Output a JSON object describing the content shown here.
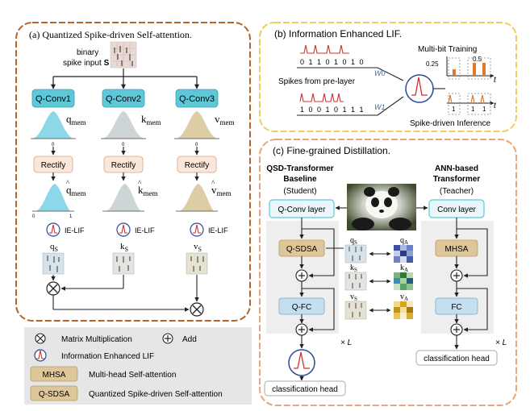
{
  "panel_a": {
    "title": "(a) Quantized Spike-driven Self-attention.",
    "input_label_1": "binary",
    "input_label_2": "spike input",
    "input_symbol": "S",
    "conv_labels": [
      "Q-Conv1",
      "Q-Conv2",
      "Q-Conv3"
    ],
    "mem_labels": [
      "q",
      "k",
      "v"
    ],
    "mem_sub": "mem",
    "rectify_label": "Rectify",
    "axis_zero": "0",
    "axis_one": "1",
    "ielif_label": "IE-LIF",
    "spike_sub": "S"
  },
  "panel_b": {
    "title": "(b) Information Enhanced LIF.",
    "spike_row_top": "0 1 1 0 1 0 1 0",
    "spike_row_bottom": "1 0 0 1 0 1 1 1",
    "pre_layer_label": "Spikes from pre-layer",
    "w0": "W0",
    "w1": "W1",
    "multibit_label": "Multi-bit Training",
    "val_025": "0.25",
    "val_05": "0.5",
    "t_label": "t",
    "inference_bits": [
      "1",
      "1",
      "1"
    ],
    "inference_label": "Spike-driven Inference"
  },
  "panel_c": {
    "title": "(c) Fine-grained Distillation.",
    "student_title_1": "QSD-Transformer",
    "student_title_2": "Baseline",
    "student_role": "(Student)",
    "teacher_title_1": "ANN-based",
    "teacher_title_2": "Transformer",
    "teacher_role": "(Teacher)",
    "student_conv": "Q-Conv layer",
    "teacher_conv": "Conv layer",
    "student_attn": "Q-SDSA",
    "teacher_attn": "MHSA",
    "student_fc": "Q-FC",
    "teacher_fc": "FC",
    "times_L": "× L",
    "student_head": "classification head",
    "teacher_head": "classification head",
    "student_feats": [
      "q",
      "k",
      "v"
    ],
    "teacher_feats": [
      "q",
      "k",
      "v"
    ],
    "student_sub": "S",
    "teacher_sub": "A"
  },
  "legend": {
    "matmul_label": "Matrix Multiplication",
    "add_label": "Add",
    "ielif_label": "Information Enhanced LIF",
    "mhsa_box": "MHSA",
    "mhsa_desc": "Multi-head Self-attention",
    "qsdsa_box": "Q-SDSA",
    "qsdsa_desc": "Quantized Spike-driven Self-attention"
  },
  "colors": {
    "panel_a_border": "#b5652a",
    "panel_b_border": "#f2cd5c",
    "panel_c_border": "#eaa67a",
    "conv_fill": "#5ec8d8",
    "rectify_fill": "#fbe7d9",
    "q_curve": "#7fd3e6",
    "k_curve": "#c9d0d2",
    "v_curve": "#d9c89a",
    "stem_box_fill": "#f0f0f0",
    "mhsa_fill": "#dcc69a",
    "fc_fill": "#c6dff0",
    "spike_red": "#d32f2f",
    "legend_fill": "#e6e6e6"
  }
}
